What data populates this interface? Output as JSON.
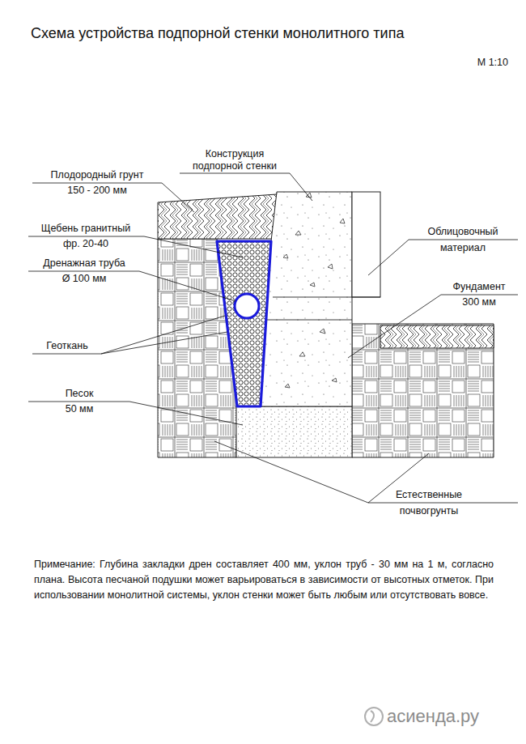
{
  "diagram": {
    "title": "Схема устройства подпорной стенки монолитного типа",
    "labels": [
      "М 1:10",
      "Конструкция подпорной стенки",
      "Плодородный грунт",
      "150 - 200 мм",
      "Облицовочный",
      "материал",
      "Щебень гранитный",
      "фр. 20-40",
      "Дренажная труба",
      "Ø 100 мм",
      "Фундамент",
      "300 мм",
      "Геоткань",
      "Песок",
      "50 мм",
      "Естественные",
      "почвогрунты",
      "Примечание: Глубина закладки дрен составляет 400 мм, уклон труб - 30 мм на 1 м, согласно плана. Высота песчаной подушки может варьироваться в зависимости от высотных отметок. При использовании монолитной системы, уклон стенки может быть любым или отсутствовать вовсе.",
      "асиенда.ру"
    ]
  }
}
